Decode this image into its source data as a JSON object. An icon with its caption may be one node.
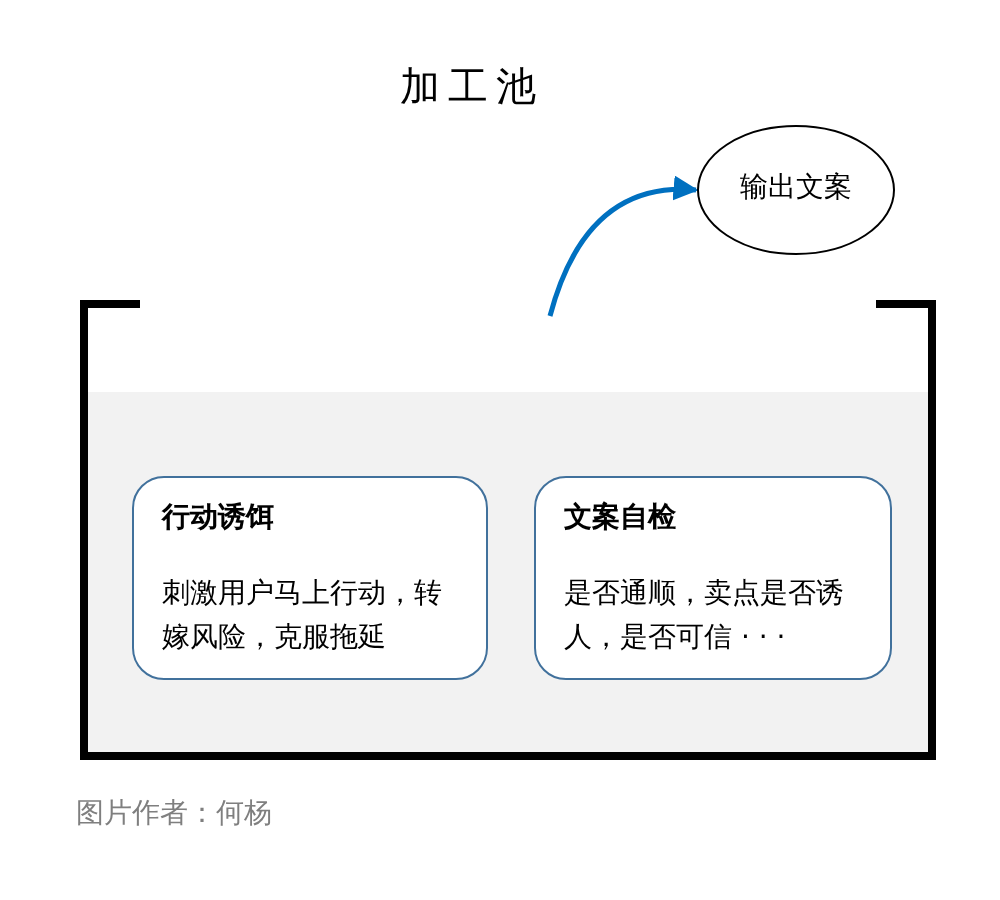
{
  "diagram": {
    "title": "加工池",
    "nodes": [
      {
        "text": [],
        "shape": "box"
      },
      {
        "text": [
          "行动诱饵",
          "刺激用户马上行动，转嫁风险，克服拖延"
        ],
        "in": 0
      },
      {
        "text": [
          "文案自检",
          "是否通顺，卖点是否诱人，是否可信 · · ·"
        ],
        "in": 0
      },
      {
        "text": [
          "输出文案"
        ]
      }
    ],
    "edges": [
      {
        "from": 0,
        "to": 3,
        "arrow": "to",
        "color": "#0070c0"
      }
    ],
    "labels": [
      "图片作者：何杨"
    ]
  }
}
